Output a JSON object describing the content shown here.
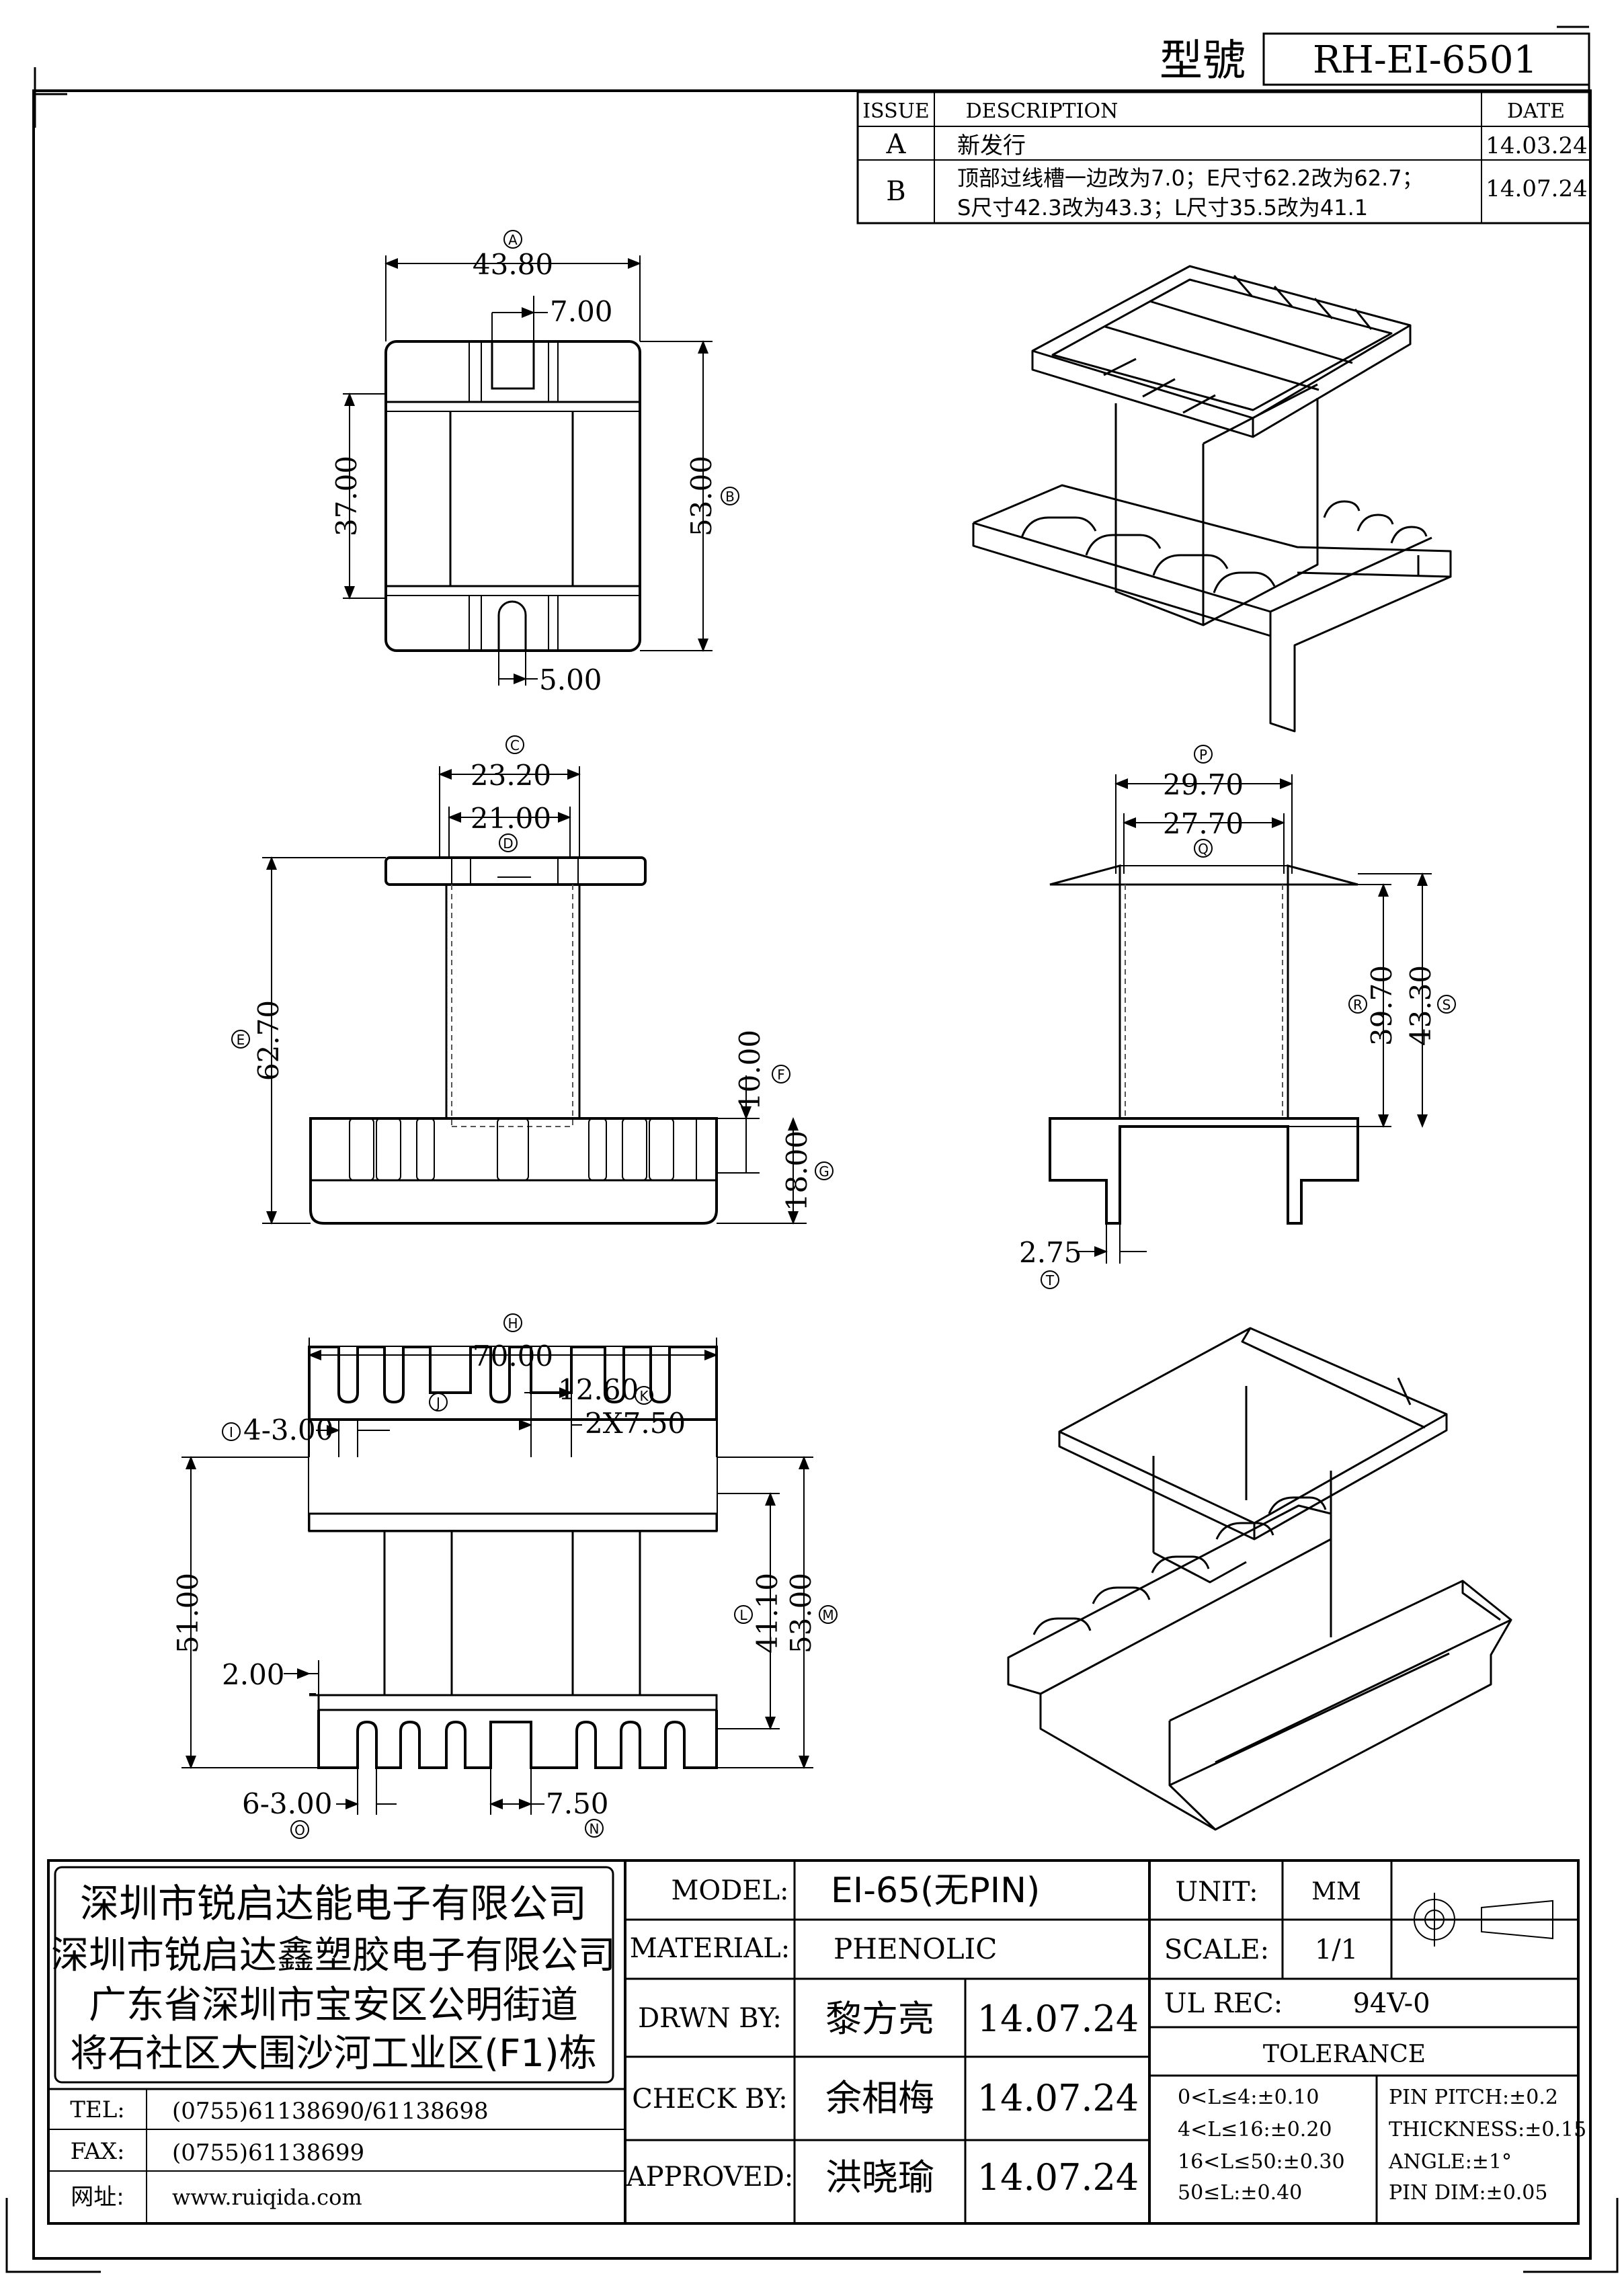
{
  "header": {
    "model_label": "型號",
    "model_number": "RH-EI-6501"
  },
  "revision_table": {
    "headers": [
      "ISSUE",
      "DESCRIPTION",
      "DATE"
    ],
    "rows": [
      {
        "issue": "A",
        "lines": [
          "新发行"
        ],
        "date": "14.03.24"
      },
      {
        "issue": "B",
        "lines": [
          "顶部过线槽一边改为7.0；E尺寸62.2改为62.7；",
          "S尺寸42.3改为43.3；L尺寸35.5改为41.1"
        ],
        "date": "14.07.24"
      }
    ]
  },
  "dimensions": {
    "A": "43.80",
    "top_slot": "7.00",
    "top_left": "37.00",
    "B": "53.00",
    "bottom_slot": "5.00",
    "C": "23.20",
    "D": "21.00",
    "E": "62.70",
    "F": "10.00",
    "G": "18.00",
    "P": "29.70",
    "Q": "27.70",
    "R": "39.70",
    "S": "43.30",
    "T": "2.75",
    "H": "70.00",
    "K": "12.60",
    "K2": "2X7.50",
    "I": "4-3.00",
    "left": "51.00",
    "L": "41.10",
    "M": "53.00",
    "flange": "2.00",
    "O": "6-3.00",
    "N": "7.50"
  },
  "callouts": [
    "A",
    "B",
    "C",
    "D",
    "E",
    "F",
    "G",
    "P",
    "Q",
    "R",
    "S",
    "T",
    "H",
    "J",
    "K",
    "I",
    "L",
    "M",
    "O",
    "N"
  ],
  "company": {
    "lines": [
      "深圳市锐启达能电子有限公司",
      "深圳市锐启达鑫塑胶电子有限公司",
      "广东省深圳市宝安区公明街道",
      "将石社区大围沙河工业区(F1)栋"
    ],
    "contacts": [
      {
        "label": "TEL:",
        "value": "(0755)61138690/61138698"
      },
      {
        "label": "FAX:",
        "value": "(0755)61138699"
      },
      {
        "label": "网址:",
        "value": "www.ruiqida.com"
      }
    ]
  },
  "title_block": {
    "model_label": "MODEL:",
    "model_value": "EI-65(无PIN)",
    "material_label": "MATERIAL:",
    "material_value": "PHENOLIC",
    "unit_label": "UNIT:",
    "unit_value": "MM",
    "scale_label": "SCALE:",
    "scale_value": "1/1",
    "ulrec_label": "UL REC:",
    "ulrec_value": "94V-0",
    "drawn_label": "DRWN BY:",
    "drawn_name": "黎方亮",
    "drawn_date": "14.07.24",
    "check_label": "CHECK BY:",
    "check_name": "余相梅",
    "check_date": "14.07.24",
    "approved_label": "APPROVED:",
    "approved_name": "洪晓瑜",
    "approved_date": "14.07.24"
  },
  "tolerance": {
    "title": "TOLERANCE",
    "left": [
      "0<L≤4:±0.10",
      "4<L≤16:±0.20",
      "16<L≤50:±0.30",
      "50≤L:±0.40"
    ],
    "right": [
      "PIN PITCH:±0.2",
      "THICKNESS:±0.15",
      "ANGLE:±1°",
      "PIN DIM:±0.05"
    ]
  }
}
